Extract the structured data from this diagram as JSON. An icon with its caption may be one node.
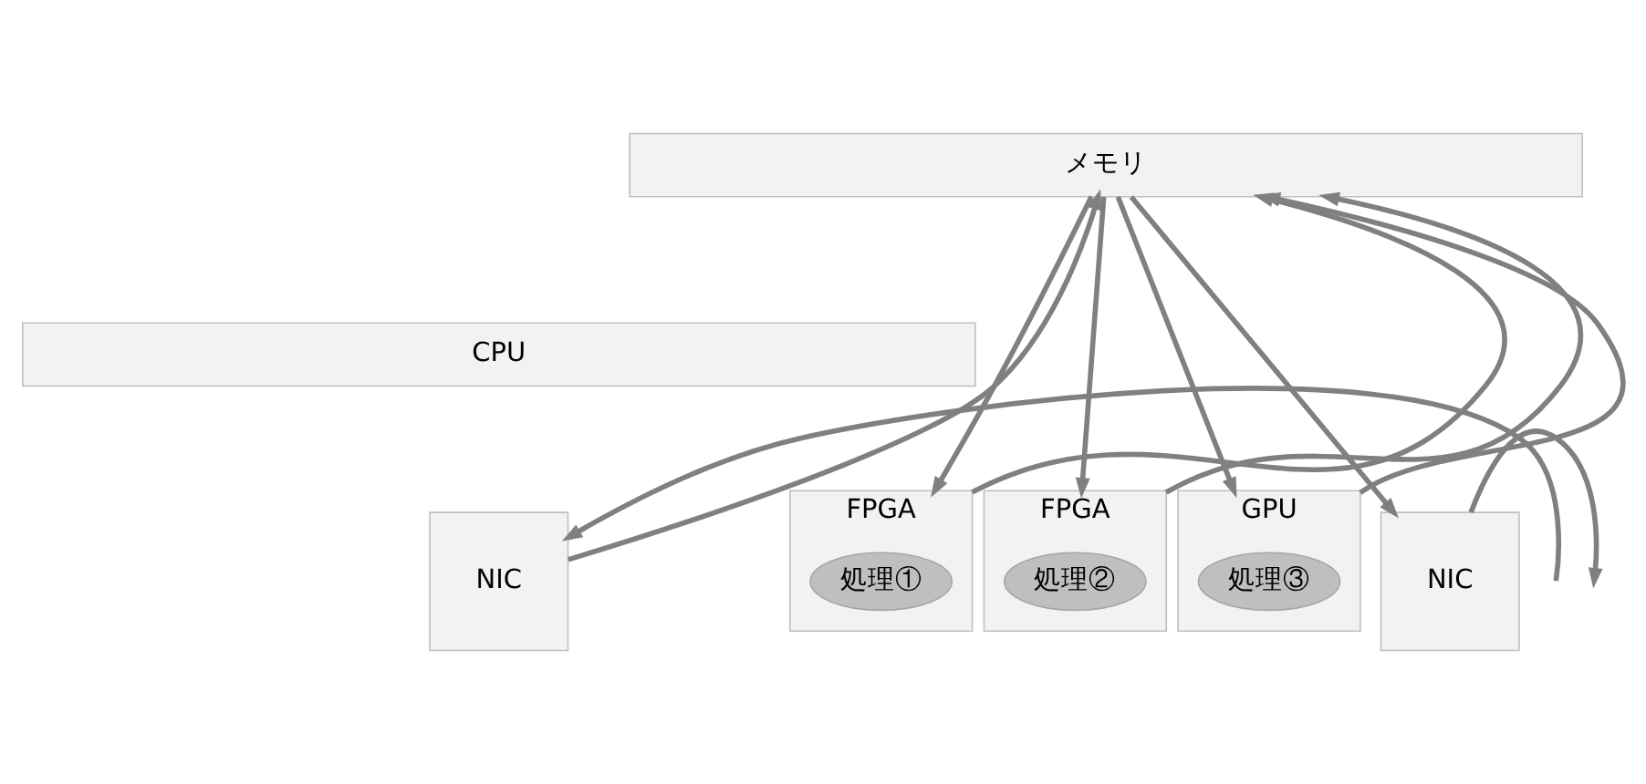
{
  "diagram": {
    "nodes": [
      {
        "text": [
          "メモリ"
        ]
      },
      {
        "text": [
          "CPU"
        ]
      },
      {
        "text": [
          "NIC"
        ]
      },
      {
        "text": [
          "FPGA"
        ]
      },
      {
        "text": [
          "処理①"
        ],
        "in": 3
      },
      {
        "text": [
          "FPGA"
        ]
      },
      {
        "text": [
          "処理②"
        ],
        "in": 5
      },
      {
        "text": [
          "GPU"
        ]
      },
      {
        "text": [
          "処理③"
        ],
        "in": 7
      },
      {
        "text": [
          "NIC"
        ]
      }
    ],
    "edges": [
      {
        "from": null,
        "to": 2,
        "arrow": "to"
      },
      {
        "from": 2,
        "to": 0,
        "arrow": "to"
      },
      {
        "from": 0,
        "to": 3,
        "arrow": "to"
      },
      {
        "from": 3,
        "to": 0,
        "arrow": "to"
      },
      {
        "from": 0,
        "to": 5,
        "arrow": "to"
      },
      {
        "from": 5,
        "to": 0,
        "arrow": "to"
      },
      {
        "from": 0,
        "to": 7,
        "arrow": "to"
      },
      {
        "from": 7,
        "to": 0,
        "arrow": "to"
      },
      {
        "from": 0,
        "to": 9,
        "arrow": "to"
      },
      {
        "from": 9,
        "to": null,
        "arrow": "to"
      }
    ]
  }
}
